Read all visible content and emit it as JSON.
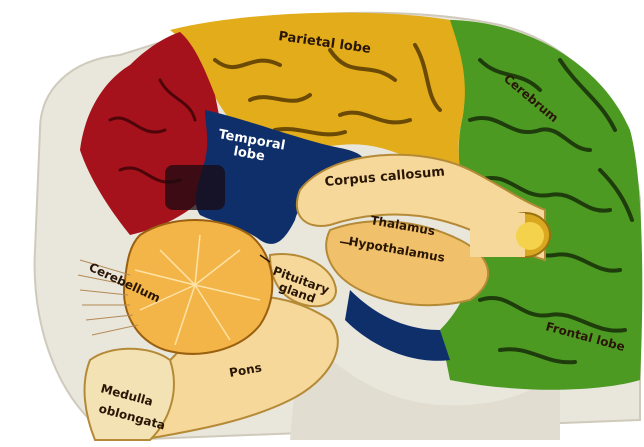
{
  "regions": {
    "parietal": {
      "label": "Parietal lobe",
      "color": "#e2ac1a"
    },
    "temporal": {
      "label_line1": "Temporal",
      "label_line2": "lobe",
      "color": "#0f2f6b"
    },
    "occipital": {
      "color": "#a5121c"
    },
    "cerebrum": {
      "label": "Cerebrum",
      "color": "#4c9a22"
    },
    "frontal": {
      "label": "Frontal lobe"
    },
    "corpus_callosum": {
      "label": "Corpus callosum",
      "color": "#f6d99a"
    },
    "thalamus": {
      "label": "Thalamus"
    },
    "hypothalamus": {
      "label": "Hypothalamus"
    },
    "cerebellum": {
      "label": "Cerebellum",
      "color": "#f3b548"
    },
    "pituitary": {
      "label_line1": "Pituitary",
      "label_line2": "gland"
    },
    "pons": {
      "label": "Pons"
    },
    "medulla": {
      "label_line1": "Medulla",
      "label_line2": "oblongata"
    }
  }
}
